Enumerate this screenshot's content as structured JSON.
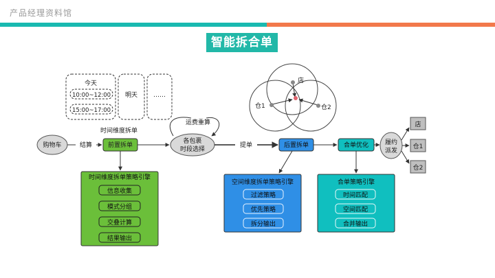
{
  "brand": "产品经理资料馆",
  "colors": {
    "teal": "#19b9b0",
    "orange": "#f2784b",
    "green": "#6bbf3a",
    "blue": "#2f8fe6",
    "cyan": "#10bfbf"
  },
  "title": "智能拆合单",
  "time_slots": {
    "today": "今天",
    "slot1": "10:00~12:00",
    "slot2": "15:00~17:00",
    "tomorrow": "明天",
    "more": "……"
  },
  "flow": {
    "cart": "购物车",
    "checkout": "结算",
    "time_split_label": "时间维度拆单",
    "pre_split": "前置拆单",
    "recalc": "运费重算",
    "pkg_line1": "各包裹",
    "pkg_line2": "时段选择",
    "submit": "提单",
    "post_split": "后置拆单",
    "merge_opt": "合单优化",
    "fulfill_line1": "履约",
    "fulfill_line2": "派发",
    "outputs": [
      "店",
      "仓1",
      "仓2"
    ]
  },
  "venn": {
    "store": "店",
    "wh1": "仓1",
    "wh2": "仓2"
  },
  "engines": {
    "time": {
      "title": "时间维度拆单策略引擎",
      "items": [
        "信息收集",
        "模式分组",
        "交叠计算",
        "结果输出"
      ]
    },
    "space": {
      "title": "空间维度拆单策略引擎",
      "items": [
        "过滤策略",
        "优先策略",
        "拆分输出"
      ]
    },
    "merge": {
      "title": "合单策略引擎",
      "items": [
        "时间匹配",
        "空间匹配",
        "合并输出"
      ]
    }
  }
}
